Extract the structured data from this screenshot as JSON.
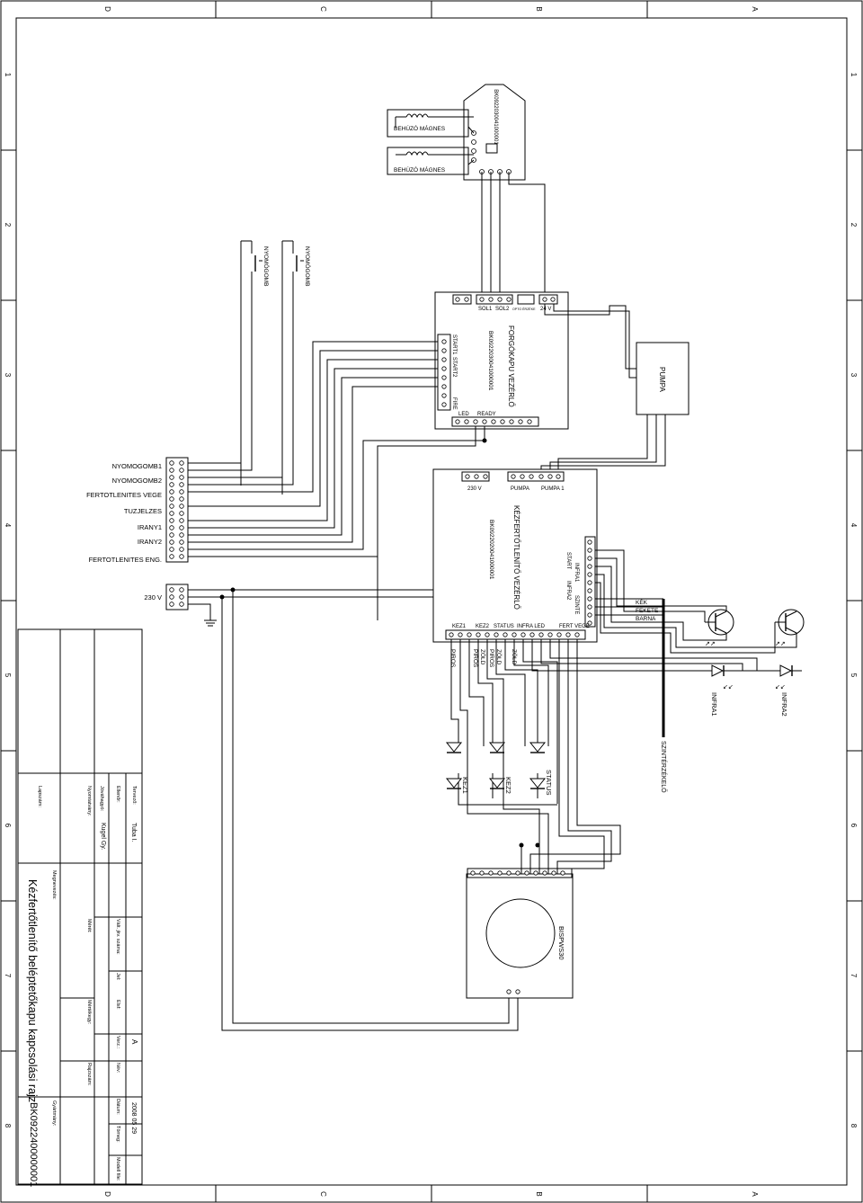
{
  "border": {
    "columns": [
      "D",
      "C",
      "B",
      "A"
    ],
    "rows": [
      "1",
      "2",
      "3",
      "4",
      "5",
      "6",
      "7",
      "8"
    ]
  },
  "top_module": {
    "magnet_label": "BEHÚZÓ MÁGNES",
    "id": "BK0922030041000001"
  },
  "buttons": {
    "label": "NYOMÓGOMB"
  },
  "forgokapu": {
    "title": "FORGÓKAPU VEZÉRLŐ",
    "id": "BK0922030041000001",
    "terminals_top": [
      "SOL1",
      "SOL2",
      "OPTO ÉRZÉKE",
      "24 V"
    ],
    "terminals_left": [
      "START1",
      "START2",
      "FIRE"
    ],
    "terminals_bottom": [
      "LED",
      "READY"
    ]
  },
  "pump": {
    "label": "PUMPA"
  },
  "terminal_block": {
    "labels": [
      "NYOMOGOMB1",
      "NYOMOGOMB2",
      "FERTOTLENITES VEGE",
      "TUZJELZES",
      "IRANY1",
      "IRANY2",
      "FERTOTLENITES ENG."
    ],
    "power_label": "230 V"
  },
  "kezfertotlenito": {
    "title": "KÉZFERTŐTLENÍTŐ VEZÉRLŐ",
    "id": "BK0922020041000001",
    "terminals_top": [
      "230 V",
      "PUMPA",
      "PUMPA 1"
    ],
    "terminals_right": [
      "START",
      "INFRA1",
      "INFRA2",
      "SZINTE"
    ],
    "terminals_bottom": [
      "KEZ1",
      "KEZ2",
      "STATUS",
      "INFRA LED",
      "FERT VEGE"
    ]
  },
  "level_wires": [
    "KÉK",
    "FEKETE",
    "BARNA"
  ],
  "level_sensor": "SZINTÉRZÉKELŐ",
  "infra": [
    "INFRA1",
    "INFRA2"
  ],
  "wire_colors": [
    "PIROS",
    "PIROS",
    "ZÖLD",
    "PIROS",
    "ZÖLD",
    "ZÖLD"
  ],
  "leds": [
    "KEZ1",
    "KEZ2",
    "STATUS"
  ],
  "bispws": {
    "label": "BISPWS30"
  },
  "title_block": {
    "labels": {
      "tervezo": "Tervező:",
      "ellenor": "Ellenőr:",
      "jovahagyo": "Jóváhagyó:",
      "nyomatvalog": "Nyomtatvány:",
      "lapszam": "Lapszám:",
      "megnevezes": "Megnevezés:",
      "valt_jkv": "Vált. jkv. száma:",
      "jel": "Jel:",
      "mert": "Mérét:",
      "ellf": "Elsf:",
      "mertekegyseg": "Mértékegy:",
      "verz": "Verz.:",
      "rajzszam": "Rajzszám:",
      "nev": "Név:",
      "datum": "Dátum:",
      "gyartmany": "Gyártmány:",
      "tomeg": "Tömeg:",
      "modell": "Modell file:"
    },
    "tervezo": "Tuba I.",
    "jovahagyo": "Kugel Gy.",
    "revision": "A",
    "date": "2008 05 29",
    "title": "Kézfertőtlenítő beléptetőkapu kapcsolási rajz",
    "drawing_number": "BK0922400000001"
  }
}
